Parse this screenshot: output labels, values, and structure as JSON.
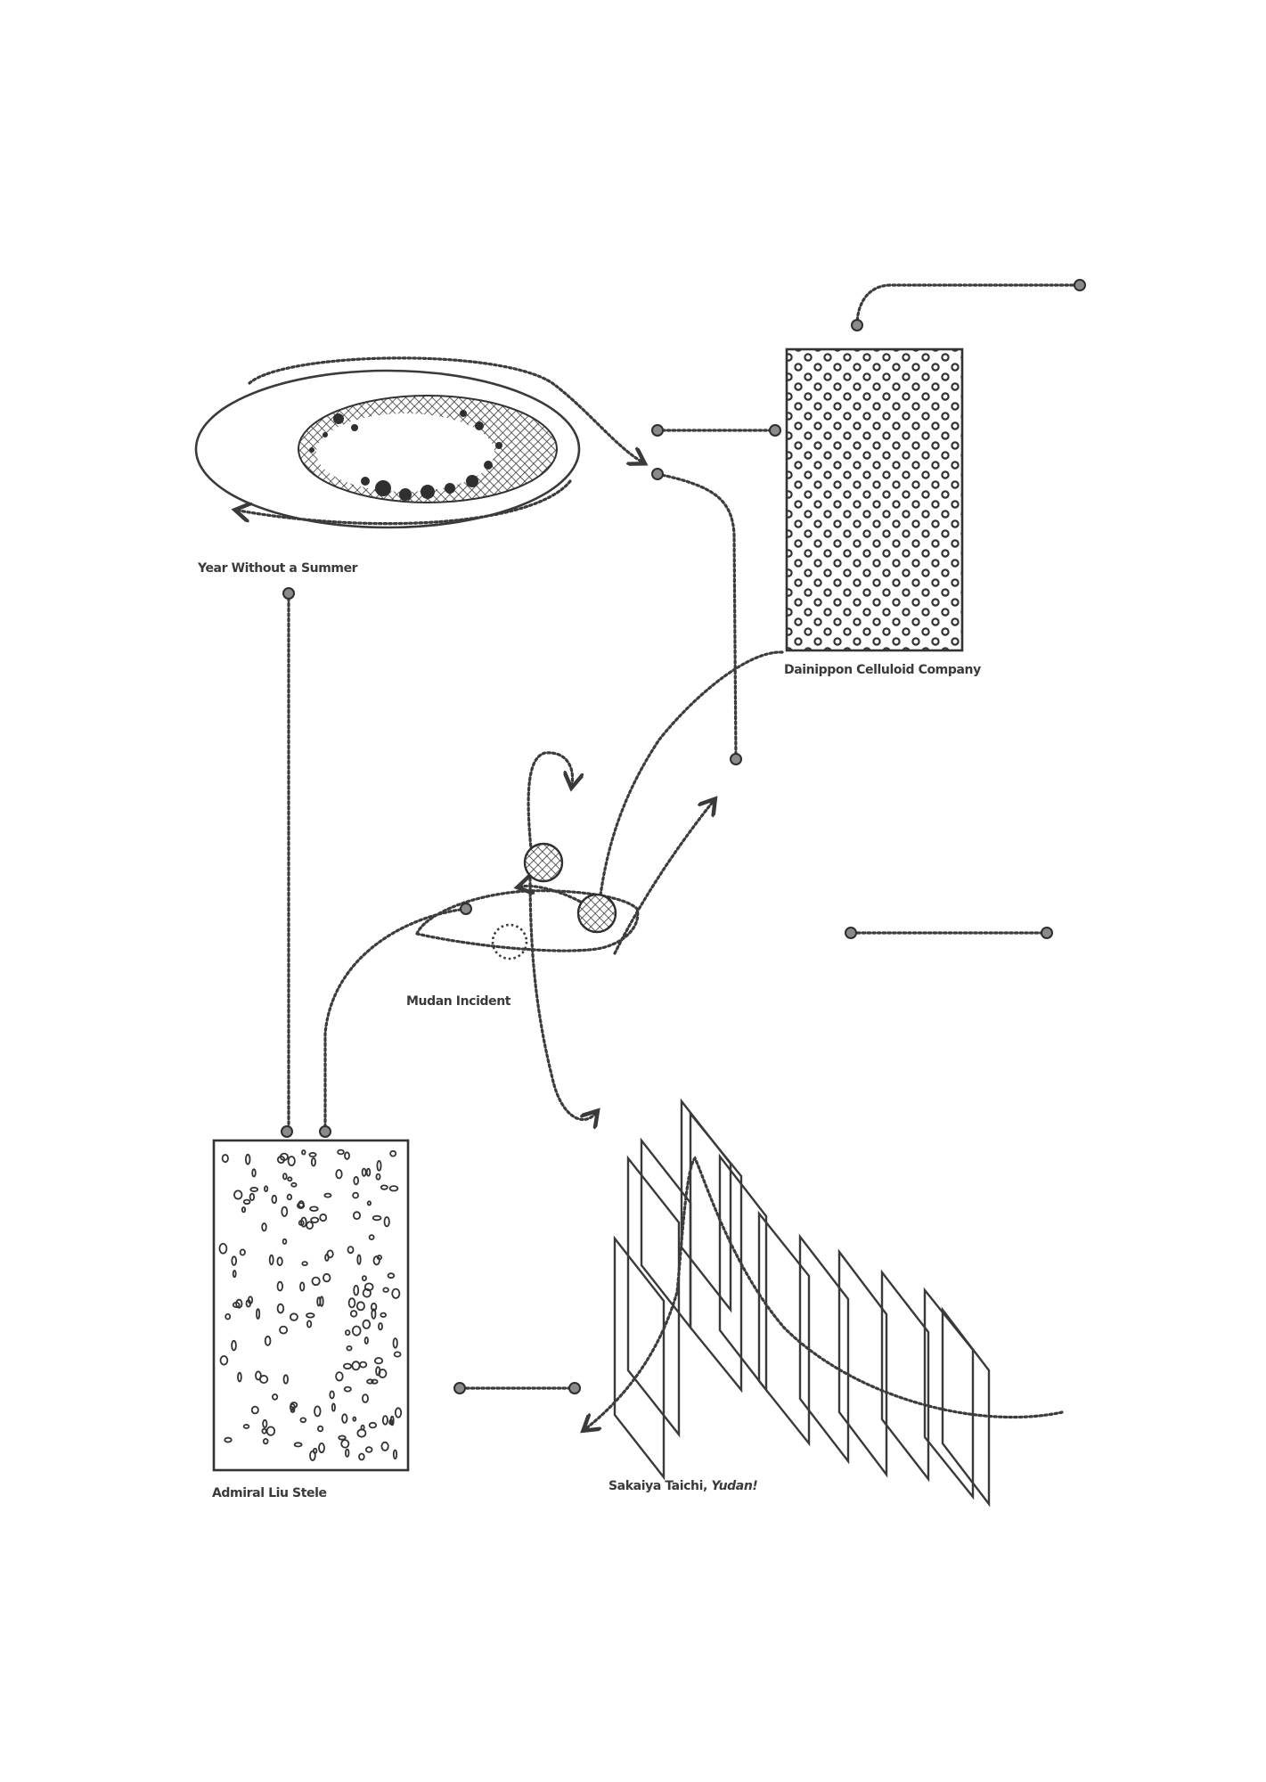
{
  "nodes": [
    {
      "id": "year-without-summer",
      "label": "Year Without a Summer"
    },
    {
      "id": "dainippon",
      "label": "Dainippon Celluloid Company"
    },
    {
      "id": "mudan",
      "label": "Mudan Incident"
    },
    {
      "id": "admiral-liu",
      "label": "Admiral Liu Stele"
    },
    {
      "id": "sakaiya",
      "label_prefix": "Sakaiya Taichi, ",
      "label_italic": "Yudan!"
    }
  ],
  "colors": {
    "ink": "#3a3a3a",
    "paper": "#ffffff"
  }
}
